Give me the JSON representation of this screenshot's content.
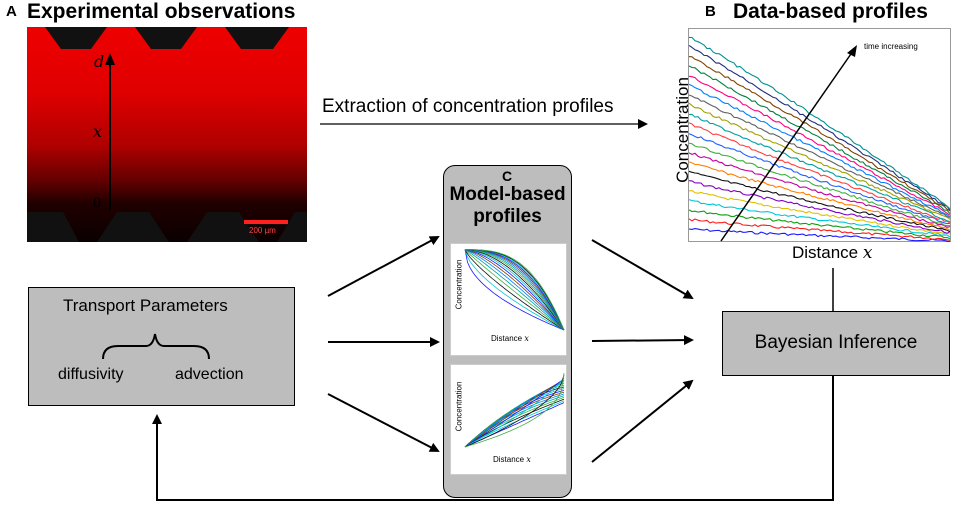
{
  "panels": {
    "a": {
      "letter": "A",
      "title": "Experimental observations",
      "axis_top": "d",
      "axis_mid": "x",
      "axis_bottom": "0",
      "scale_bar": "200 µm"
    },
    "b": {
      "letter": "B",
      "title": "Data-based profiles",
      "ylabel": "Concentration",
      "xlabel": "Distance",
      "xlabel_var": "x",
      "annotation": "time increasing"
    },
    "c": {
      "letter": "C",
      "title_line1": "Model-based",
      "title_line2": "profiles",
      "plot1": {
        "ylabel": "Concentration",
        "xlabel": "Distance",
        "xvar": "x"
      },
      "plot2": {
        "ylabel": "Concentration",
        "xlabel": "Distance",
        "xvar": "x"
      }
    }
  },
  "extraction_label": "Extraction of concentration profiles",
  "transport": {
    "title": "Transport Parameters",
    "param1": "diffusivity",
    "param2": "advection"
  },
  "bayes": {
    "label": "Bayesian Inference"
  },
  "colors": {
    "box_fill": "#bdbdbd",
    "red_image": "#e00000",
    "series": [
      "#1a1aff",
      "#ff1a1a",
      "#10a010",
      "#00c8d8",
      "#e0c000",
      "#8000c0",
      "#111111",
      "#ff7f00",
      "#c000a0",
      "#40b040",
      "#2060ff",
      "#ff4040",
      "#00a0a0",
      "#a0a000",
      "#606060",
      "#0080ff",
      "#ff0080",
      "#008040",
      "#804000",
      "#203080",
      "#009090"
    ]
  }
}
